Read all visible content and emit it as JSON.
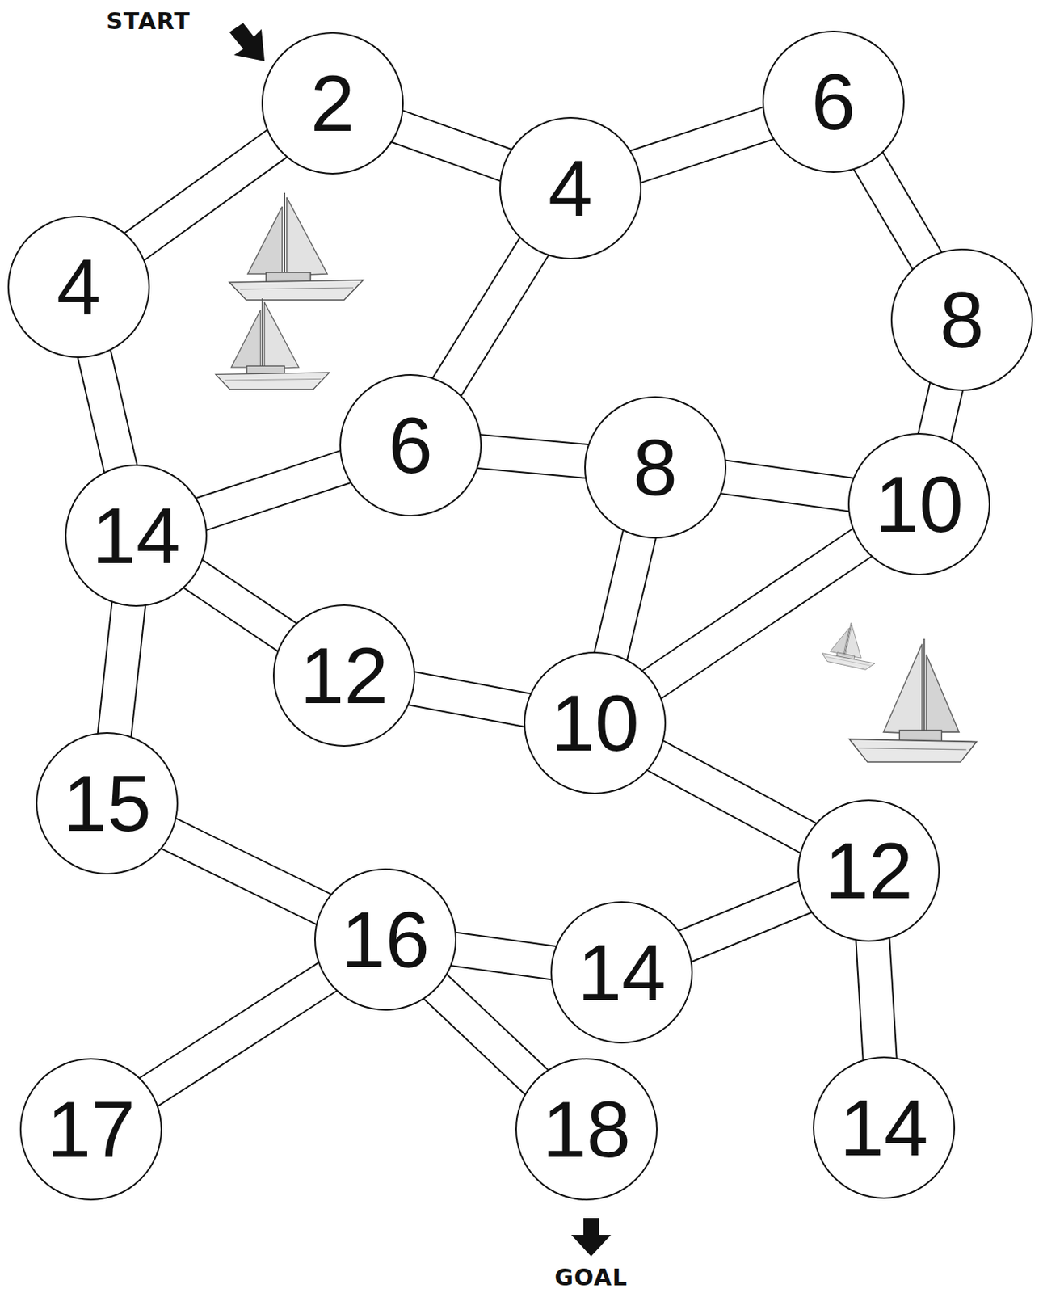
{
  "diagram": {
    "nodes": [
      {
        "text": [
          "2"
        ]
      },
      {
        "text": [
          "6"
        ]
      },
      {
        "text": [
          "4"
        ]
      },
      {
        "text": [
          "4"
        ]
      },
      {
        "text": [
          "8"
        ]
      },
      {
        "text": [
          "6"
        ]
      },
      {
        "text": [
          "8"
        ]
      },
      {
        "text": [
          "10"
        ]
      },
      {
        "text": [
          "14"
        ]
      },
      {
        "text": [
          "12"
        ]
      },
      {
        "text": [
          "10"
        ]
      },
      {
        "text": [
          "15"
        ]
      },
      {
        "text": [
          "12"
        ]
      },
      {
        "text": [
          "16"
        ]
      },
      {
        "text": [
          "14"
        ]
      },
      {
        "text": [
          "17"
        ]
      },
      {
        "text": [
          "18"
        ]
      },
      {
        "text": [
          "14"
        ]
      }
    ],
    "edges": [
      {
        "from": 0,
        "to": 3,
        "arrow": "none"
      },
      {
        "from": 0,
        "to": 2,
        "arrow": "none"
      },
      {
        "from": 2,
        "to": 1,
        "arrow": "none"
      },
      {
        "from": 2,
        "to": 5,
        "arrow": "none"
      },
      {
        "from": 1,
        "to": 4,
        "arrow": "none"
      },
      {
        "from": 4,
        "to": 7,
        "arrow": "none"
      },
      {
        "from": 3,
        "to": 8,
        "arrow": "none"
      },
      {
        "from": 8,
        "to": 5,
        "arrow": "none"
      },
      {
        "from": 5,
        "to": 6,
        "arrow": "none"
      },
      {
        "from": 6,
        "to": 7,
        "arrow": "none"
      },
      {
        "from": 8,
        "to": 9,
        "arrow": "none"
      },
      {
        "from": 6,
        "to": 10,
        "arrow": "none"
      },
      {
        "from": 7,
        "to": 10,
        "arrow": "none"
      },
      {
        "from": 9,
        "to": 10,
        "arrow": "none"
      },
      {
        "from": 8,
        "to": 11,
        "arrow": "none"
      },
      {
        "from": 10,
        "to": 12,
        "arrow": "none"
      },
      {
        "from": 11,
        "to": 13,
        "arrow": "none"
      },
      {
        "from": 13,
        "to": 14,
        "arrow": "none"
      },
      {
        "from": 14,
        "to": 12,
        "arrow": "none"
      },
      {
        "from": 12,
        "to": 17,
        "arrow": "none"
      },
      {
        "from": 13,
        "to": 15,
        "arrow": "none"
      },
      {
        "from": 13,
        "to": 16,
        "arrow": "none"
      }
    ],
    "labels": [
      "START",
      "GOAL"
    ]
  }
}
